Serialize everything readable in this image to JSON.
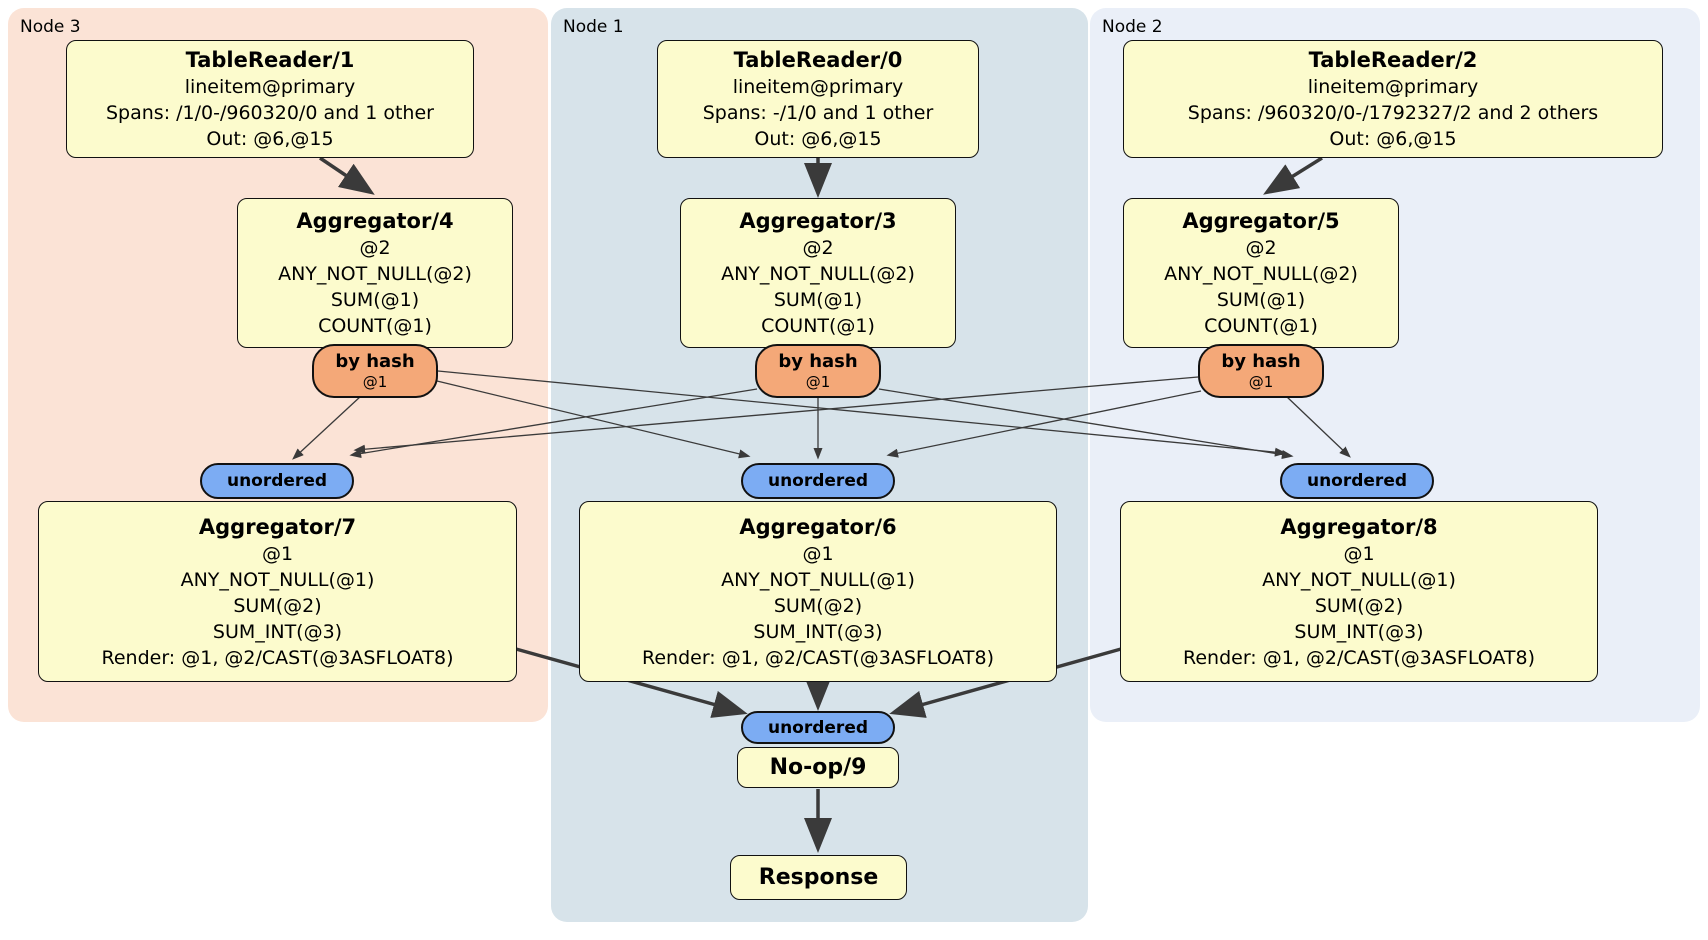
{
  "regions": {
    "node3": {
      "label": "Node 3"
    },
    "node1": {
      "label": "Node 1"
    },
    "node2": {
      "label": "Node 2"
    }
  },
  "processors": {
    "tr1": {
      "title": "TableReader/1",
      "lines": [
        "lineitem@primary",
        "Spans: /1/0-/960320/0 and 1 other",
        "Out: @6,@15"
      ]
    },
    "tr0": {
      "title": "TableReader/0",
      "lines": [
        "lineitem@primary",
        "Spans: -/1/0 and 1 other",
        "Out: @6,@15"
      ]
    },
    "tr2": {
      "title": "TableReader/2",
      "lines": [
        "lineitem@primary",
        "Spans: /960320/0-/1792327/2 and 2 others",
        "Out: @6,@15"
      ]
    },
    "agg4": {
      "title": "Aggregator/4",
      "lines": [
        "@2",
        "ANY_NOT_NULL(@2)",
        "SUM(@1)",
        "COUNT(@1)"
      ]
    },
    "agg3": {
      "title": "Aggregator/3",
      "lines": [
        "@2",
        "ANY_NOT_NULL(@2)",
        "SUM(@1)",
        "COUNT(@1)"
      ]
    },
    "agg5": {
      "title": "Aggregator/5",
      "lines": [
        "@2",
        "ANY_NOT_NULL(@2)",
        "SUM(@1)",
        "COUNT(@1)"
      ]
    },
    "agg7": {
      "title": "Aggregator/7",
      "lines": [
        "@1",
        "ANY_NOT_NULL(@1)",
        "SUM(@2)",
        "SUM_INT(@3)",
        "Render: @1, @2/CAST(@3ASFLOAT8)"
      ]
    },
    "agg6": {
      "title": "Aggregator/6",
      "lines": [
        "@1",
        "ANY_NOT_NULL(@1)",
        "SUM(@2)",
        "SUM_INT(@3)",
        "Render: @1, @2/CAST(@3ASFLOAT8)"
      ]
    },
    "agg8": {
      "title": "Aggregator/8",
      "lines": [
        "@1",
        "ANY_NOT_NULL(@1)",
        "SUM(@2)",
        "SUM_INT(@3)",
        "Render: @1, @2/CAST(@3ASFLOAT8)"
      ]
    },
    "noop": {
      "title": "No-op/9"
    },
    "response": {
      "title": "Response"
    }
  },
  "streams": {
    "by_hash": {
      "label": "by hash",
      "key": "@1"
    },
    "unordered_label": "unordered"
  },
  "colors": {
    "node3_region_bg": "#fbe3d6",
    "node1_region_bg": "#d7e3ea",
    "node2_region_bg": "#eaeff8",
    "processor_box_bg": "#fcfbcd",
    "by_hash_oval_bg": "#f4a878",
    "unordered_oval_bg": "#7cacf3",
    "edge_color": "#3a3a3a"
  }
}
